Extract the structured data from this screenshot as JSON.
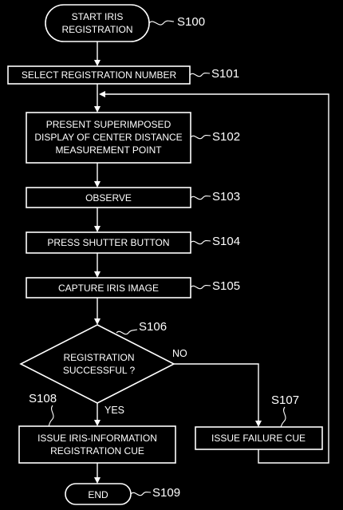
{
  "diagram": {
    "nodes": [
      {
        "id": "s100",
        "step": "S100",
        "lines": [
          "START IRIS",
          "REGISTRATION"
        ]
      },
      {
        "id": "s101",
        "step": "S101",
        "lines": [
          "SELECT REGISTRATION NUMBER"
        ]
      },
      {
        "id": "s102",
        "step": "S102",
        "lines": [
          "PRESENT SUPERIMPOSED",
          "DISPLAY OF CENTER DISTANCE",
          "MEASUREMENT POINT"
        ]
      },
      {
        "id": "s103",
        "step": "S103",
        "lines": [
          "OBSERVE"
        ]
      },
      {
        "id": "s104",
        "step": "S104",
        "lines": [
          "PRESS SHUTTER BUTTON"
        ]
      },
      {
        "id": "s105",
        "step": "S105",
        "lines": [
          "CAPTURE IRIS IMAGE"
        ]
      },
      {
        "id": "s106",
        "step": "S106",
        "lines": [
          "REGISTRATION",
          "SUCCESSFUL ?"
        ]
      },
      {
        "id": "s107",
        "step": "S107",
        "lines": [
          "ISSUE FAILURE CUE"
        ]
      },
      {
        "id": "s108",
        "step": "S108",
        "lines": [
          "ISSUE IRIS-INFORMATION",
          "REGISTRATION CUE"
        ]
      },
      {
        "id": "s109",
        "step": "S109",
        "lines": [
          "END"
        ]
      }
    ],
    "edges": [
      {
        "id": "e-start-select",
        "from": "s100",
        "to": "s101",
        "label": ""
      },
      {
        "id": "e-select-present",
        "from": "s101",
        "to": "s102",
        "label": ""
      },
      {
        "id": "e-present-observe",
        "from": "s102",
        "to": "s103",
        "label": ""
      },
      {
        "id": "e-observe-press",
        "from": "s103",
        "to": "s104",
        "label": ""
      },
      {
        "id": "e-press-capture",
        "from": "s104",
        "to": "s105",
        "label": ""
      },
      {
        "id": "e-capture-decision",
        "from": "s105",
        "to": "s106",
        "label": ""
      },
      {
        "id": "e-decision-yes",
        "from": "s106",
        "to": "s108",
        "label": "YES"
      },
      {
        "id": "e-decision-no",
        "from": "s106",
        "to": "s107",
        "label": "NO"
      },
      {
        "id": "e-success-end",
        "from": "s108",
        "to": "s109",
        "label": ""
      },
      {
        "id": "e-failure-loop",
        "from": "s107",
        "to": "s102",
        "label": ""
      }
    ]
  }
}
